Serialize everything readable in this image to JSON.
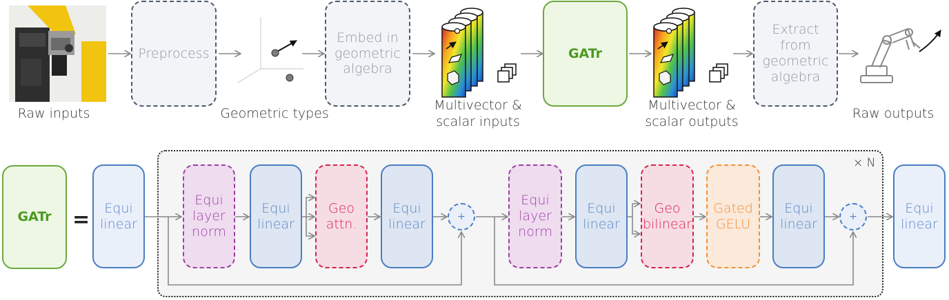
{
  "top_row": {
    "raw_inputs": "Raw inputs",
    "preprocess": "Preprocess",
    "geometric_types": "Geometric types",
    "embed": "Embed in geometric algebra",
    "mv_inputs": "Multivector & scalar inputs",
    "gatr": "GATr",
    "mv_outputs": "Multivector & scalar outputs",
    "extract": "Extract from geometric algebra",
    "raw_outputs": "Raw outputs"
  },
  "bottom_row": {
    "gatr": "GATr",
    "equals": "=",
    "repeat": "× N",
    "equi_linear": "Equi linear",
    "equi_layer_norm": "Equi layer norm",
    "geo_attn": "Geo attn.",
    "geo_bilinear": "Geo bilinear",
    "gated_gelu": "Gated GELU",
    "plus": "+"
  },
  "colors": {
    "green": "#6aaa3c",
    "blue": "#4a7dc4",
    "purple": "#9c3fa5",
    "red": "#d7234c",
    "orange": "#f0903a",
    "gray": "#4d5a6b"
  }
}
